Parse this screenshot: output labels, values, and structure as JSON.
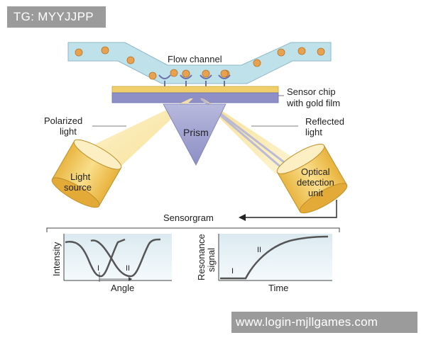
{
  "watermarks": {
    "top": "TG: MYYJJPP",
    "bottom": "www.login-mjllgames.com"
  },
  "labels": {
    "flow_channel": "Flow channel",
    "sensor_chip_line1": "Sensor chip",
    "sensor_chip_line2": "with gold film",
    "polarized_line1": "Polarized",
    "polarized_line2": "light",
    "reflected_line1": "Reflected",
    "reflected_line2": "light",
    "prism": "Prism",
    "light_source_line1": "Light",
    "light_source_line2": "source",
    "optical_line1": "Optical",
    "optical_line2": "detection",
    "optical_line3": "unit",
    "sensorgram": "Sensorgram"
  },
  "graphs": {
    "left": {
      "ylabel": "Intensity",
      "xlabel": "Angle",
      "curve1": "I",
      "curve2": "II"
    },
    "right": {
      "ylabel_line1": "Resonance",
      "ylabel_line2": "signal",
      "xlabel": "Time",
      "phase1": "I",
      "phase2": "II"
    }
  },
  "colors": {
    "channel_fill": "#bfe1ea",
    "particle": "#e8a24f",
    "gold_film": "#f0cf6a",
    "chip": "#8f8fc8",
    "prism": "#9d9fcc",
    "beam": "#fbeaa8",
    "cylinder": "#f4c95a",
    "curve": "#555555",
    "graph_fill": "#cfe3ea"
  }
}
